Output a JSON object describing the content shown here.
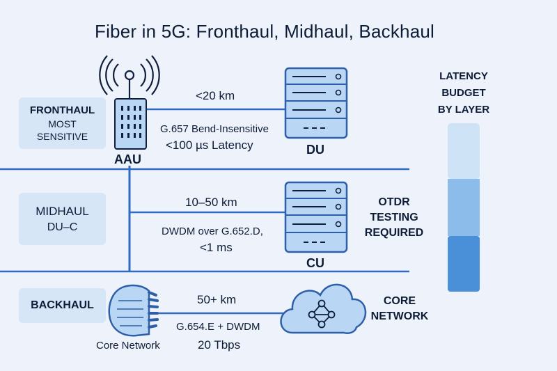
{
  "title": "Fiber in 5G: Fronthaul, Midhaul, Backhaul",
  "layers": [
    {
      "name": "FRONTHAUL",
      "sub1": "MOST",
      "sub2": "SENSITIVE"
    },
    {
      "name": "MIDHAUL",
      "sub1": "DU–C",
      "sub2": ""
    },
    {
      "name": "BACKHAUL",
      "sub1": "",
      "sub2": ""
    }
  ],
  "fronthaul": {
    "distance": "<20 km",
    "fiber": "G.657 Bend-Insensitive",
    "latency": "<100 µs Latency",
    "left_node": "AAU",
    "right_node": "DU"
  },
  "midhaul": {
    "distance": "10–50 km",
    "fiber": "DWDM over G.652.D,",
    "latency": "<1 ms",
    "right_node": "CU",
    "note_line1": "OTDR",
    "note_line2": "TESTING",
    "note_line3": "REQUIRED"
  },
  "backhaul": {
    "distance": "50+ km",
    "fiber": "G.654.E + DWDM",
    "capacity": "20 Tbps",
    "left_node": "Core Network",
    "right_line1": "CORE",
    "right_line2": "NETWORK"
  },
  "latency_budget": {
    "line1": "LATENCY",
    "line2": "BUDGET",
    "line3": "BY LAYER"
  },
  "colors": {
    "background": "#eef3fb",
    "line": "#2f6bc0",
    "node_fill": "#b9d6f5",
    "node_stroke": "#2d5fa8",
    "bar_light": "#cfe3f6",
    "bar_mid": "#8cbcea",
    "bar_dark": "#4a90d9"
  }
}
